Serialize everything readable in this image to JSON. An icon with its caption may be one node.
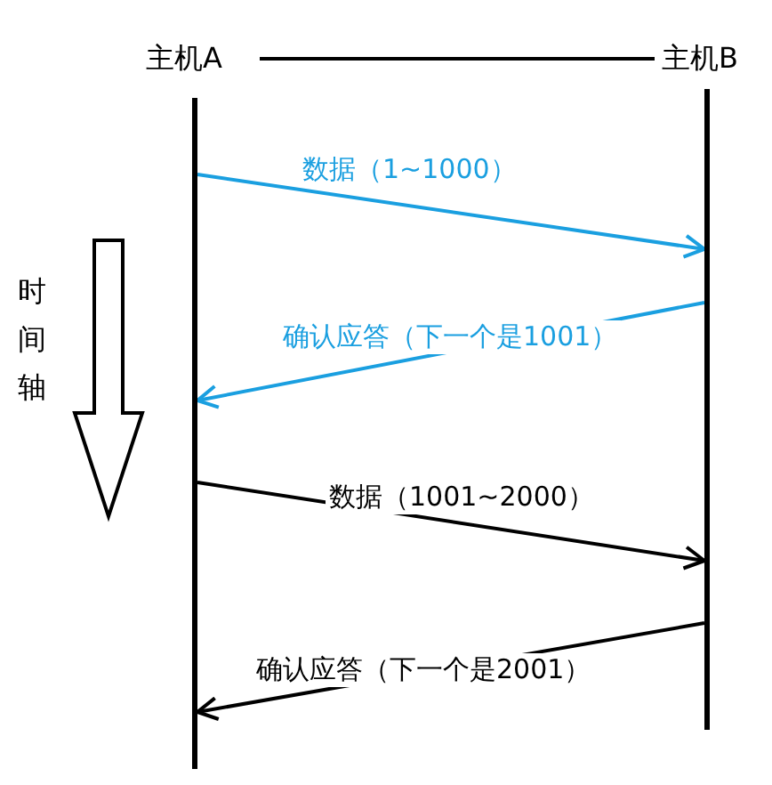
{
  "diagram": {
    "nodes": [
      {
        "text": [
          "主机A"
        ]
      },
      {
        "text": [
          "主机B"
        ]
      },
      {
        "text": [],
        "shape": "bar"
      },
      {
        "text": [],
        "shape": "bar"
      }
    ],
    "edges": [
      {
        "from": 0,
        "to": 1,
        "arrow": "none"
      },
      {
        "from": 2,
        "to": 3,
        "arrow": "to",
        "label": "数据（1~1000）",
        "color": "#1a9fe0"
      },
      {
        "from": 3,
        "to": 2,
        "arrow": "to",
        "label": "确认应答（下一个是1001）",
        "color": "#1a9fe0"
      },
      {
        "from": 2,
        "to": 3,
        "arrow": "to",
        "label": "数据（1001~2000）"
      },
      {
        "from": 3,
        "to": 2,
        "arrow": "to",
        "label": "确认应答（下一个是2001）"
      }
    ],
    "labels": [
      "时间轴"
    ]
  }
}
